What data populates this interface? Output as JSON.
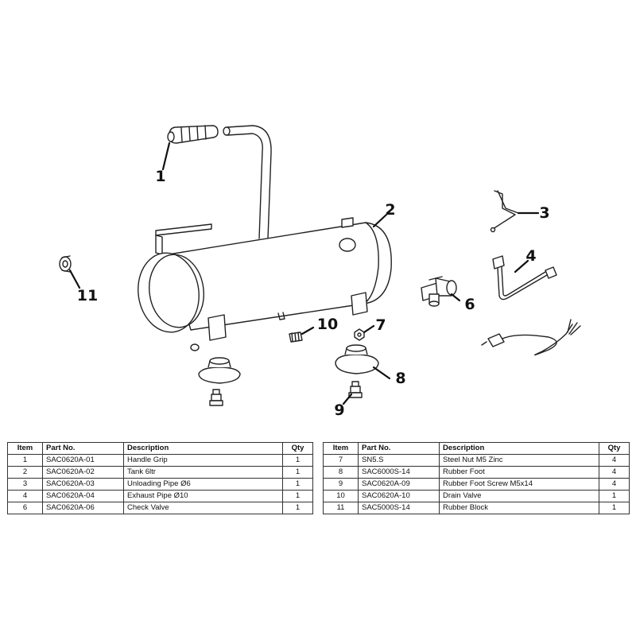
{
  "callouts": [
    "1",
    "2",
    "3",
    "4",
    "6",
    "7",
    "8",
    "9",
    "10",
    "11"
  ],
  "table": {
    "headers": {
      "item": "Item",
      "part_no": "Part No.",
      "description": "Description",
      "qty": "Qty"
    },
    "left": [
      {
        "item": "1",
        "part_no": "SAC0620A-01",
        "description": "Handle Grip",
        "qty": "1"
      },
      {
        "item": "2",
        "part_no": "SAC0620A-02",
        "description": "Tank 6ltr",
        "qty": "1"
      },
      {
        "item": "3",
        "part_no": "SAC0620A-03",
        "description": "Unloading Pipe Ø6",
        "qty": "1"
      },
      {
        "item": "4",
        "part_no": "SAC0620A-04",
        "description": "Exhaust Pipe Ø10",
        "qty": "1"
      },
      {
        "item": "6",
        "part_no": "SAC0620A-06",
        "description": "Check Valve",
        "qty": "1"
      }
    ],
    "right": [
      {
        "item": "7",
        "part_no": "SN5.S",
        "description": "Steel Nut M5 Zinc",
        "qty": "4"
      },
      {
        "item": "8",
        "part_no": "SAC6000S-14",
        "description": "Rubber Foot",
        "qty": "4"
      },
      {
        "item": "9",
        "part_no": "SAC0620A-09",
        "description": "Rubber Foot Screw M5x14",
        "qty": "4"
      },
      {
        "item": "10",
        "part_no": "SAC0620A-10",
        "description": "Drain Valve",
        "qty": "1"
      },
      {
        "item": "11",
        "part_no": "SAC5000S-14",
        "description": "Rubber Block",
        "qty": "1"
      }
    ]
  }
}
